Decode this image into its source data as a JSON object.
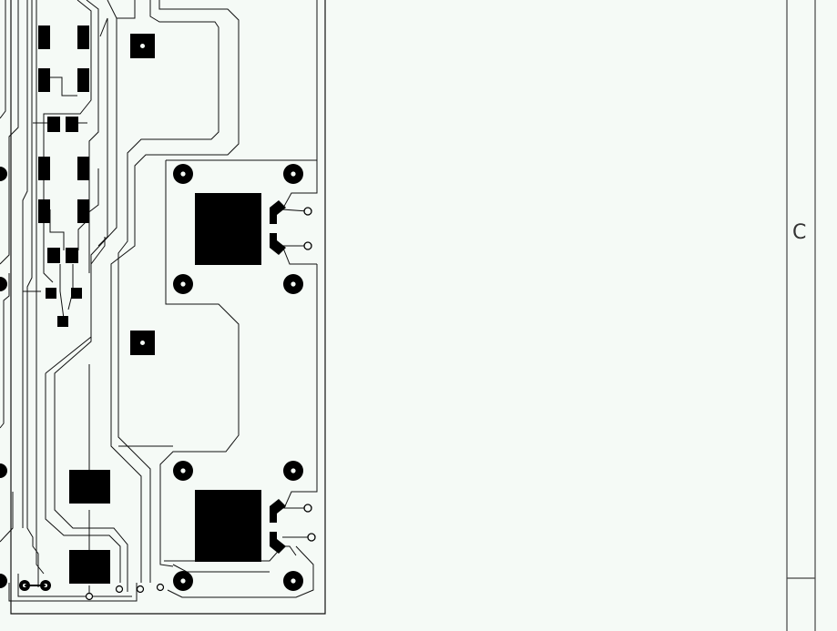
{
  "sheet": {
    "zone_label": "C"
  },
  "colors": {
    "background": "#f5faf6",
    "copper": "#000000",
    "outline": "#111111",
    "frame": "#444444"
  },
  "components": {
    "regulators": [
      {
        "name": "upper-regulator"
      },
      {
        "name": "lower-regulator"
      }
    ],
    "mounting_holes": 8,
    "square_pads": 2
  }
}
